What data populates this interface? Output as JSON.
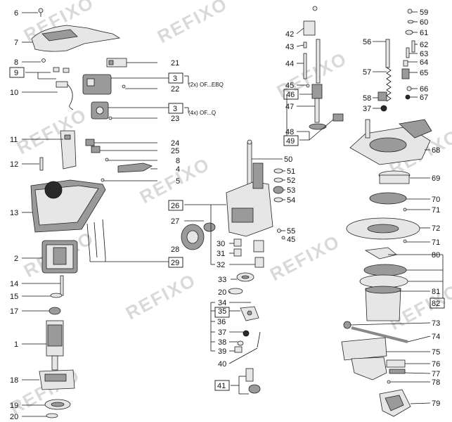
{
  "watermark": "REFIXO",
  "notes": {
    "ebq": "(2x)  OF...EBQ",
    "q": "(4x)  OF...Q"
  },
  "labels": {
    "p1": "1",
    "p2": "2",
    "p3": "3",
    "p3b": "3",
    "p4": "4",
    "p5": "5",
    "p6": "6",
    "p7": "7",
    "p8": "8",
    "p8b": "8",
    "p9": "9",
    "p10": "10",
    "p11": "11",
    "p12": "12",
    "p13": "13",
    "p14": "14",
    "p15": "15",
    "p17": "17",
    "p18": "18",
    "p19": "19",
    "p20": "20",
    "p20b": "20",
    "p21": "21",
    "p22": "22",
    "p23": "23",
    "p24": "24",
    "p25": "25",
    "p26": "26",
    "p27": "27",
    "p28": "28",
    "p29": "29",
    "p30": "30",
    "p31": "31",
    "p32": "32",
    "p33": "33",
    "p34": "34",
    "p35": "35",
    "p36": "36",
    "p37": "37",
    "p37b": "37",
    "p38": "38",
    "p39": "39",
    "p40": "40",
    "p41": "41",
    "p42": "42",
    "p43": "43",
    "p44": "44",
    "p45": "45",
    "p45b": "45",
    "p46": "46",
    "p47": "47",
    "p48": "48",
    "p49": "49",
    "p50": "50",
    "p51": "51",
    "p52": "52",
    "p53": "53",
    "p54": "54",
    "p55": "55",
    "p56": "56",
    "p57": "57",
    "p58": "58",
    "p59": "59",
    "p60": "60",
    "p61": "61",
    "p62": "62",
    "p63": "63",
    "p64": "64",
    "p65": "65",
    "p66": "66",
    "p67": "67",
    "p68": "68",
    "p69": "69",
    "p70": "70",
    "p71": "71",
    "p71b": "71",
    "p72": "72",
    "p73": "73",
    "p74": "74",
    "p75": "75",
    "p76": "76",
    "p77": "77",
    "p78": "78",
    "p79": "79",
    "p80": "80",
    "p81": "81",
    "p82": "82"
  }
}
